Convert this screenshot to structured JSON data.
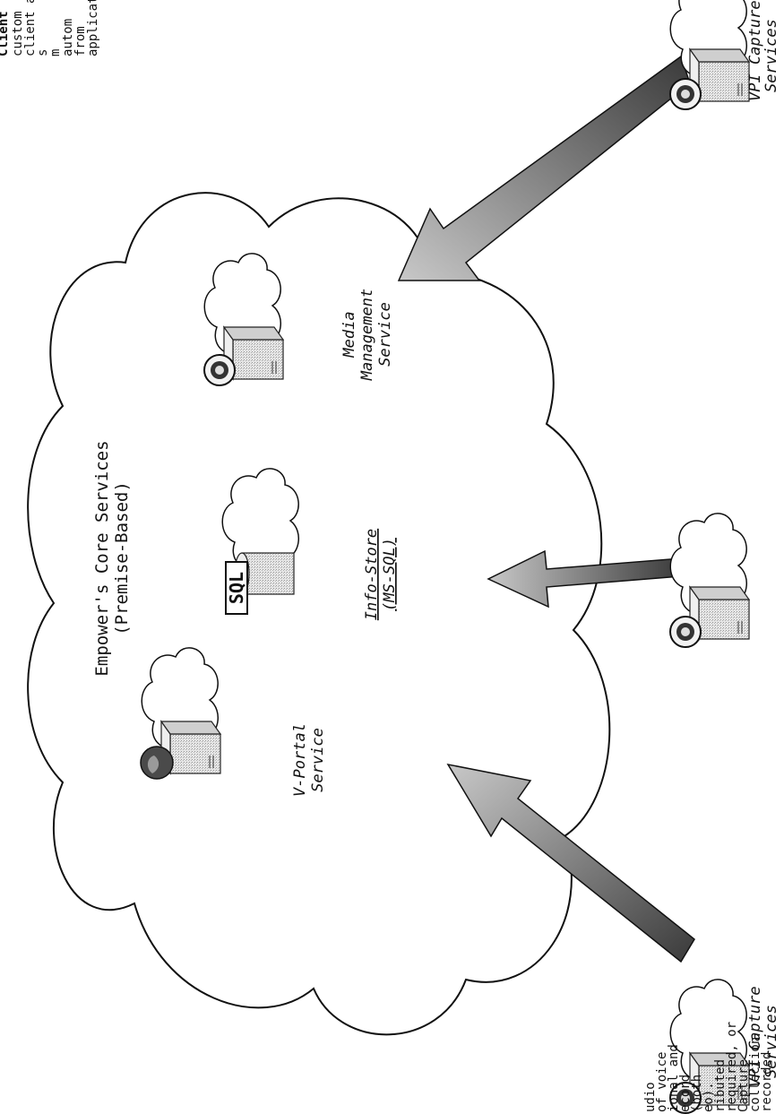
{
  "core": {
    "title_line1": "Empower's Core Services",
    "title_line2": "(Premise-Based)"
  },
  "services": {
    "vportal": {
      "line1": "V-Portal",
      "line2": "Service"
    },
    "infostore": {
      "line1": "Info-Store",
      "line2": "(MS-SQL)"
    },
    "media": {
      "line1": "Media",
      "line2": "Management",
      "line3": "Service"
    }
  },
  "capture": {
    "left": {
      "line1": "VPI Capture",
      "line2": "Services"
    },
    "right": {
      "line1": "VPI Capture",
      "line2": "Services"
    }
  },
  "left_note": {
    "lines": [
      "udio",
      "of voice",
      "ional and",
      "ecord",
      "(both",
      "eo).",
      "ributed",
      "required, or",
      "Capture",
      "collection",
      "recorded"
    ]
  },
  "right_note": {
    "heading": "Client",
    "lines": [
      "custom",
      "client a",
      "s",
      "m",
      "autom",
      "from",
      "applicati"
    ]
  },
  "icons": {
    "sql_badge": "SQL"
  },
  "colors": {
    "arrow_dark": "#3a3a3a",
    "arrow_light": "#bdbdbd",
    "server_body": "#d9d9d9"
  }
}
